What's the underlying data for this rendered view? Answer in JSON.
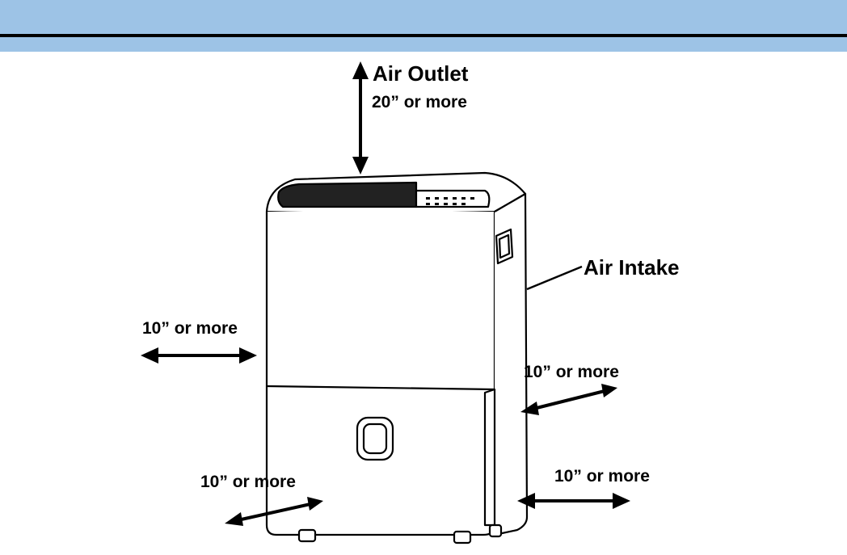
{
  "header": {
    "band_color": "#9dc3e6",
    "rule_color": "#000000"
  },
  "labels": {
    "air_outlet": "Air Outlet",
    "outlet_clearance": "20” or more",
    "air_intake": "Air Intake",
    "left_clearance": "10” or more",
    "right_side_clearance": "10” or more",
    "front_clearance": "10” or more",
    "right_bottom_clearance": "10” or more"
  },
  "icons": {
    "unit": "dehumidifier-icon",
    "arrows": "double-arrow-icon"
  }
}
